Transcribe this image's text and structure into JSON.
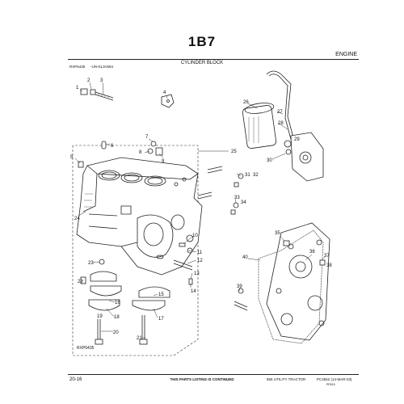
{
  "header": {
    "section_number": "1B7",
    "category": "ENGINE",
    "title": "CYLINDER BLOCK",
    "ref_left": "RXP6435",
    "ref_left_2": "-UN-01JAN94"
  },
  "diagram": {
    "figure_label": "RXP6435",
    "callouts": [
      "1",
      "2",
      "3",
      "4",
      "5",
      "6",
      "7",
      "8",
      "9",
      "10",
      "11",
      "12",
      "13",
      "14",
      "15",
      "16",
      "17",
      "18",
      "19",
      "20",
      "21",
      "22",
      "23",
      "24",
      "25",
      "26",
      "27",
      "28",
      "29",
      "30",
      "31",
      "32",
      "33",
      "34",
      "35",
      "36",
      "37",
      "38",
      "39",
      "40"
    ]
  },
  "footer": {
    "page_number": "20-16",
    "continued_note": "THIS PARTS LISTING IS CONTINUED",
    "tractor": "855 UTILITY TRACTOR",
    "code": "PC4552",
    "code_2": "(14-MAR-03)",
    "sub_code": "PR015"
  }
}
